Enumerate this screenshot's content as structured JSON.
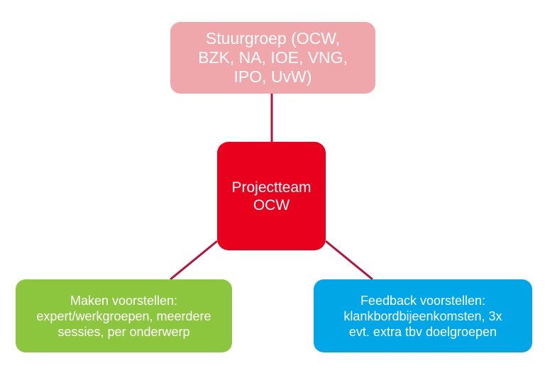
{
  "diagram": {
    "nodes": {
      "top": {
        "label": "Stuurgroep (OCW,\nBZK, NA, IOE, VNG,\nIPO, UvW)",
        "color": "#f0a7ab"
      },
      "center": {
        "label": "Projectteam\nOCW",
        "color": "#e8001c"
      },
      "left": {
        "label": "Maken voorstellen:\nexpert/werkgroepen, meerdere\nsessies, per onderwerp",
        "color": "#8cc63f"
      },
      "right": {
        "label": "Feedback voorstellen:\nklankbordbijeenkomsten, 3x\nevt. extra tbv doelgroepen",
        "color": "#00a6e6"
      }
    },
    "connector_color": "#b5133a"
  }
}
